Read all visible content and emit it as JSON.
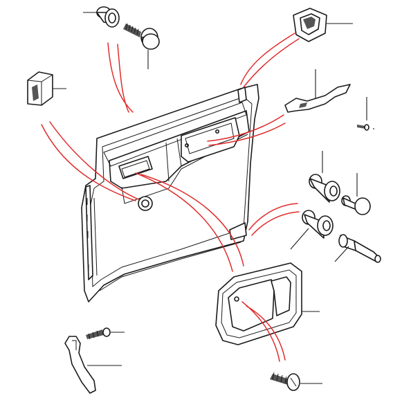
{
  "colors": {
    "ink": "#1a1a1a",
    "callout": "#e02a2a",
    "background": "#ffffff"
  },
  "parts": [
    {
      "name": "door-trim-panel"
    },
    {
      "name": "grommet-top"
    },
    {
      "name": "trim-fastener-screw-top"
    },
    {
      "name": "panel-clip-block"
    },
    {
      "name": "pull-handle-escutcheon"
    },
    {
      "name": "door-pull-strap"
    },
    {
      "name": "small-screw"
    },
    {
      "name": "grommet-right-upper"
    },
    {
      "name": "trim-button-fastener"
    },
    {
      "name": "grommet-right-lower"
    },
    {
      "name": "push-rivet-fastener"
    },
    {
      "name": "interior-handle-housing"
    },
    {
      "name": "hook-bracket"
    },
    {
      "name": "bracket-screw"
    },
    {
      "name": "handle-mounting-screw"
    }
  ]
}
